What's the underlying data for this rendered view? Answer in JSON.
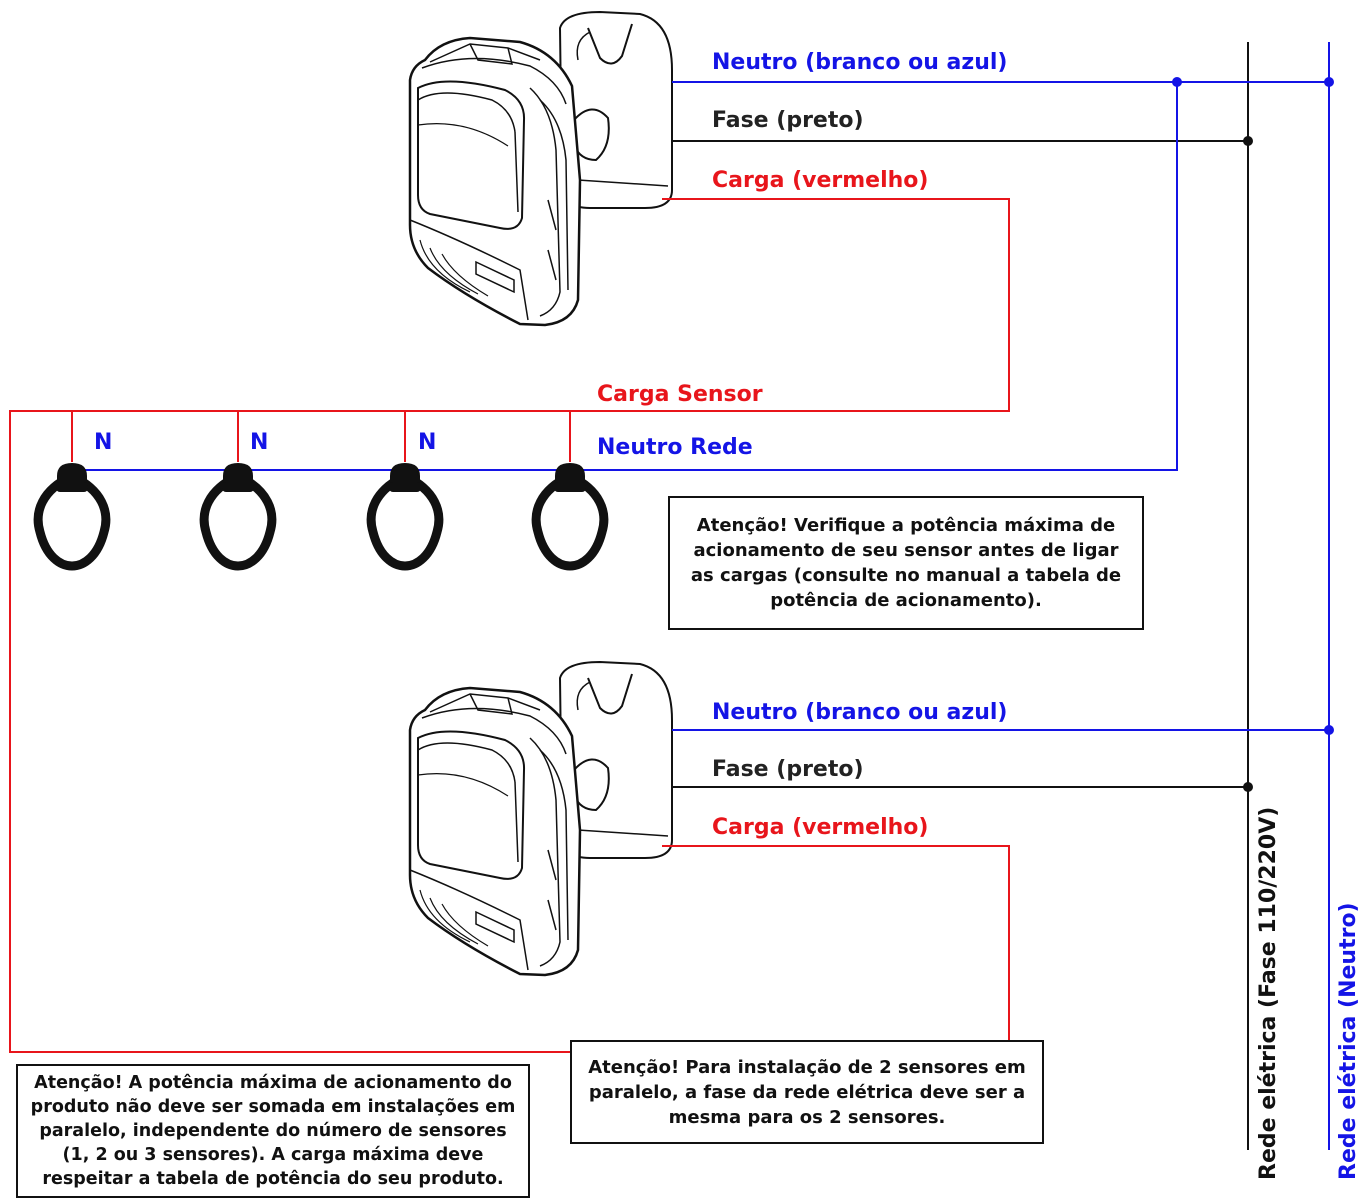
{
  "colors": {
    "neutral": "#1414e6",
    "phase": "#111111",
    "load": "#e8151b"
  },
  "sensor_1": {
    "neutral_label": "Neutro (branco ou azul)",
    "phase_label": "Fase (preto)",
    "load_label": "Carga (vermelho)"
  },
  "sensor_2": {
    "neutral_label": "Neutro (branco ou azul)",
    "phase_label": "Fase (preto)",
    "load_label": "Carga (vermelho)"
  },
  "bus": {
    "load_sensor_label": "Carga Sensor",
    "neutral_grid_label": "Neutro Rede"
  },
  "lamps": [
    {
      "neutral_tag": "N"
    },
    {
      "neutral_tag": "N"
    },
    {
      "neutral_tag": "N"
    },
    {
      "neutral_tag": ""
    }
  ],
  "grid": {
    "phase_label": "Rede elétrica (Fase 110/220V)",
    "neutral_label": "Rede elétrica (Neutro)"
  },
  "notes": {
    "load_check": "Atenção! Verifique a potência máxima de acionamento de seu sensor antes de ligar as cargas (consulte no manual a tabela de potência de acionamento).",
    "max_power": "Atenção! A potência máxima de acionamento do produto não deve ser somada em instalações em paralelo, independente do número de sensores (1, 2 ou 3 sensores). A carga máxima deve respeitar a tabela de potência do seu produto.",
    "same_phase": "Atenção! Para instalação de 2 sensores em paralelo, a fase da rede elétrica deve ser a mesma para os 2 sensores."
  }
}
